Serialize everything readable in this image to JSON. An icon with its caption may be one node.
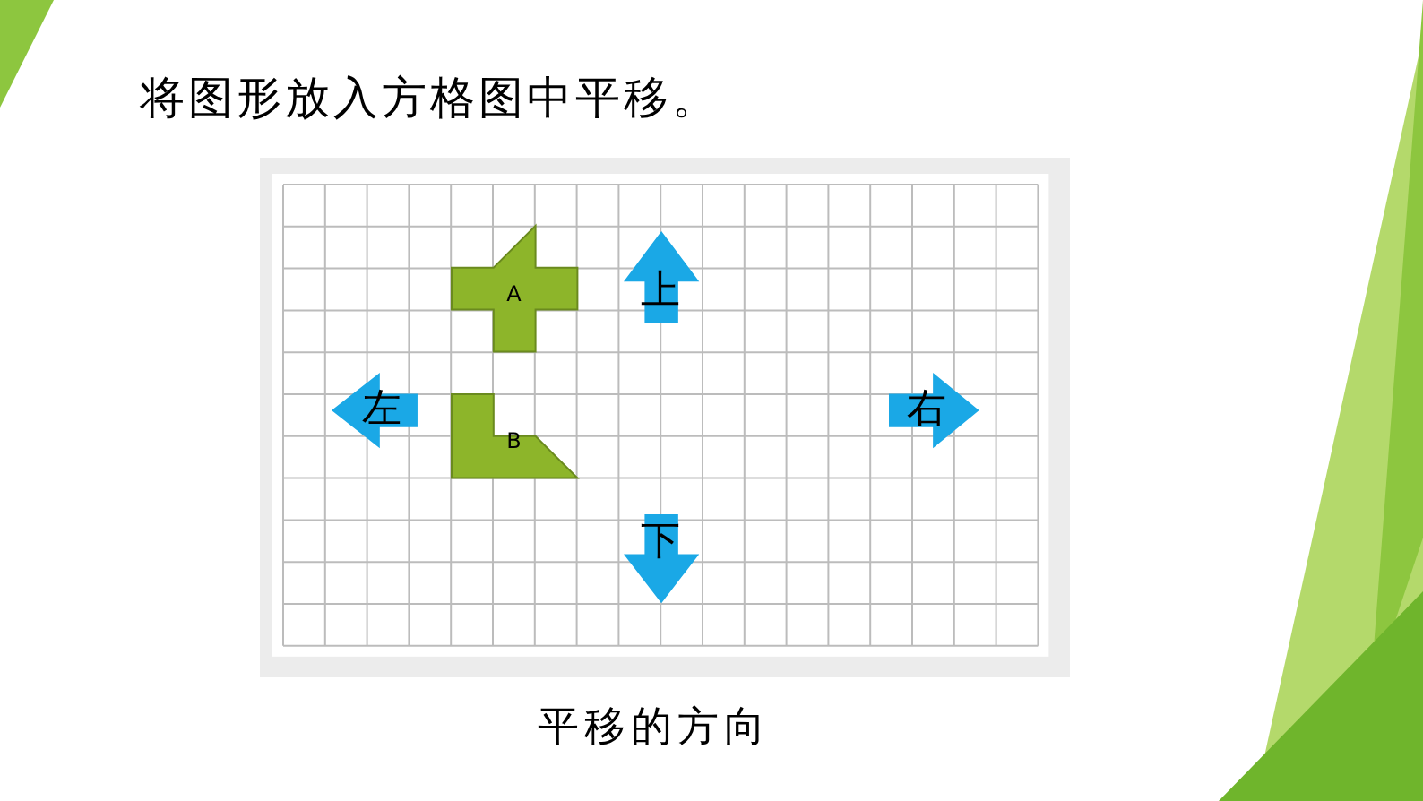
{
  "diagram": {
    "title": "将图形放入方格图中平移。",
    "nodes": [
      {
        "text": [
          "A"
        ]
      },
      {
        "text": [
          "上"
        ]
      },
      {
        "text": [
          "左"
        ]
      },
      {
        "text": [
          "B"
        ]
      },
      {
        "text": [
          "右"
        ]
      },
      {
        "text": [
          "下"
        ]
      }
    ],
    "caption": "平移的方向"
  }
}
